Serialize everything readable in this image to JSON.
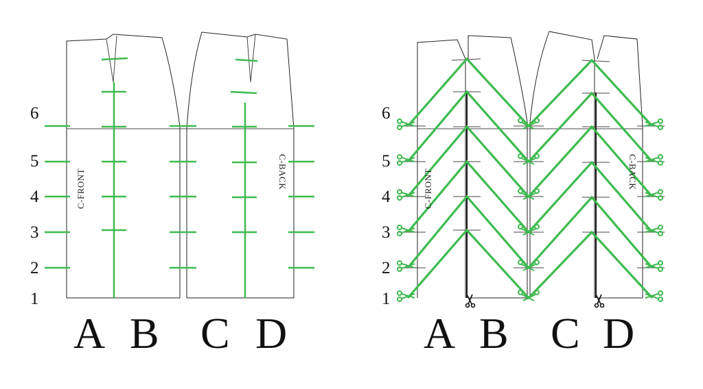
{
  "row_numbers": [
    "1",
    "2",
    "3",
    "4",
    "5",
    "6"
  ],
  "panel_letters": [
    "A",
    "B",
    "C",
    "D"
  ],
  "side_labels": {
    "front": "C-FRONT",
    "back": "C-BACK"
  },
  "colors": {
    "slash_line": "#3dba4e",
    "outline": "#222222",
    "text": "#111111"
  },
  "icons": [
    "scissors-icon"
  ]
}
